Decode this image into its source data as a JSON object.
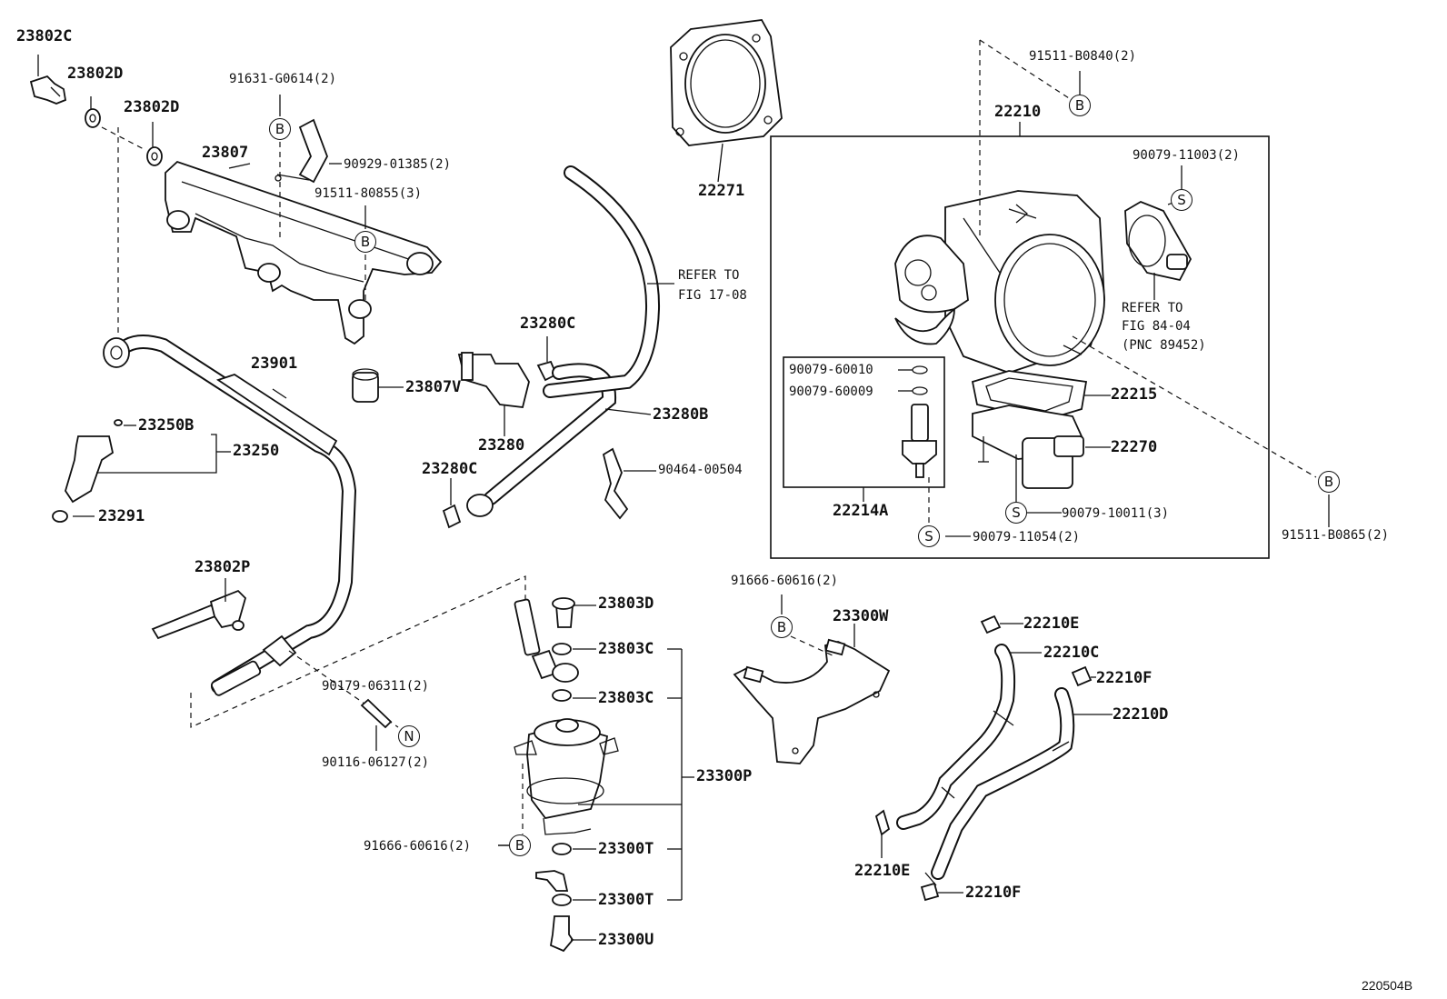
{
  "diagram_id": "220504B",
  "labels": {
    "p23802C": "23802C",
    "p23802D_a": "23802D",
    "p23802D_b": "23802D",
    "p23807": "23807",
    "p91631": "91631-G0614(2)",
    "p90929": "90929-01385(2)",
    "p91511_80855": "91511-80855(3)",
    "p23901": "23901",
    "p23807V": "23807V",
    "p23280C_a": "23280C",
    "p23280": "23280",
    "p23280B": "23280B",
    "p23280C_b": "23280C",
    "p90464": "90464-00504",
    "p23250B": "23250B",
    "p23250": "23250",
    "p23291": "23291",
    "p23802P": "23802P",
    "p22271": "22271",
    "refer_1708_a": "REFER TO",
    "refer_1708_b": "FIG 17-08",
    "p91511_B0840": "91511-B0840(2)",
    "p22210": "22210",
    "p90079_11003": "90079-11003(2)",
    "refer_8404_a": "REFER TO",
    "refer_8404_b": "FIG 84-04",
    "refer_8404_c": "(PNC 89452)",
    "p90079_60010": "90079-60010",
    "p90079_60009": "90079-60009",
    "p22215": "22215",
    "p22270": "22270",
    "p22214A": "22214A",
    "p90079_10011": "90079-10011(3)",
    "p90079_11054": "90079-11054(2)",
    "p91511_B0865": "91511-B0865(2)",
    "p91666_a": "91666-60616(2)",
    "p23300W": "23300W",
    "p23803D": "23803D",
    "p23803C_a": "23803C",
    "p23803C_b": "23803C",
    "p23300P": "23300P",
    "p90179": "90179-06311(2)",
    "p90116": "90116-06127(2)",
    "p91666_b": "91666-60616(2)",
    "p23300T_a": "23300T",
    "p23300T_b": "23300T",
    "p23300U": "23300U",
    "p22210E_a": "22210E",
    "p22210C": "22210C",
    "p22210F_a": "22210F",
    "p22210D": "22210D",
    "p22210E_b": "22210E",
    "p22210F_b": "22210F"
  },
  "symbols": {
    "b": "B",
    "s": "S",
    "n": "N"
  }
}
